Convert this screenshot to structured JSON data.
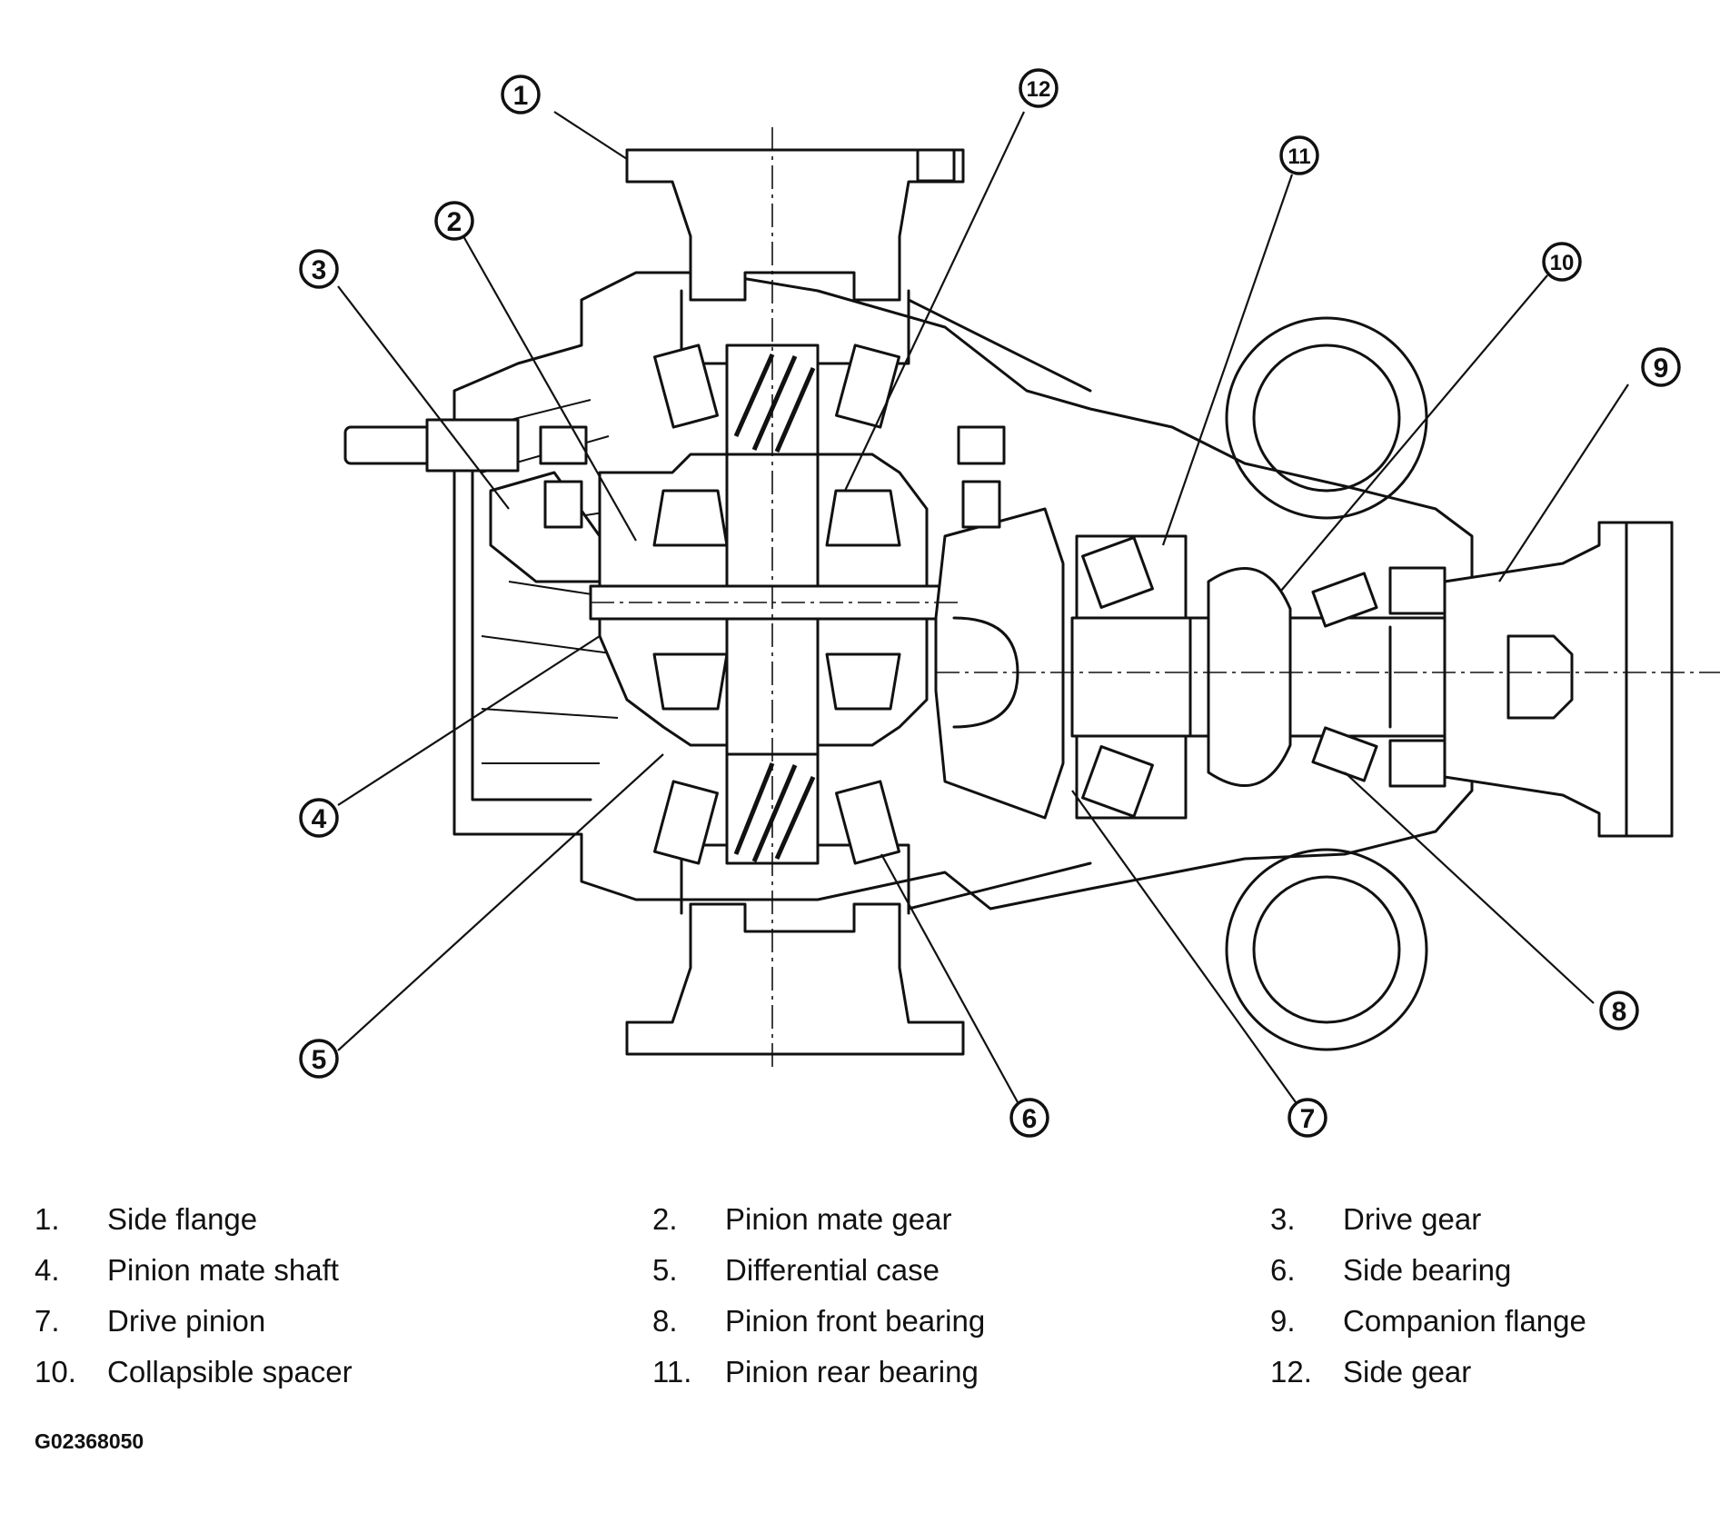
{
  "callouts": [
    "1",
    "2",
    "3",
    "4",
    "5",
    "6",
    "7",
    "8",
    "9",
    "10",
    "11",
    "12"
  ],
  "legend": [
    {
      "num": "1.",
      "label": "Side flange"
    },
    {
      "num": "2.",
      "label": "Pinion mate gear"
    },
    {
      "num": "3.",
      "label": "Drive gear"
    },
    {
      "num": "4.",
      "label": "Pinion mate shaft"
    },
    {
      "num": "5.",
      "label": "Differential case"
    },
    {
      "num": "6.",
      "label": "Side bearing"
    },
    {
      "num": "7.",
      "label": "Drive pinion"
    },
    {
      "num": "8.",
      "label": "Pinion front bearing"
    },
    {
      "num": "9.",
      "label": "Companion flange"
    },
    {
      "num": "10.",
      "label": "Collapsible spacer"
    },
    {
      "num": "11.",
      "label": "Pinion rear bearing"
    },
    {
      "num": "12.",
      "label": "Side gear"
    }
  ],
  "figure_code": "G02368050"
}
